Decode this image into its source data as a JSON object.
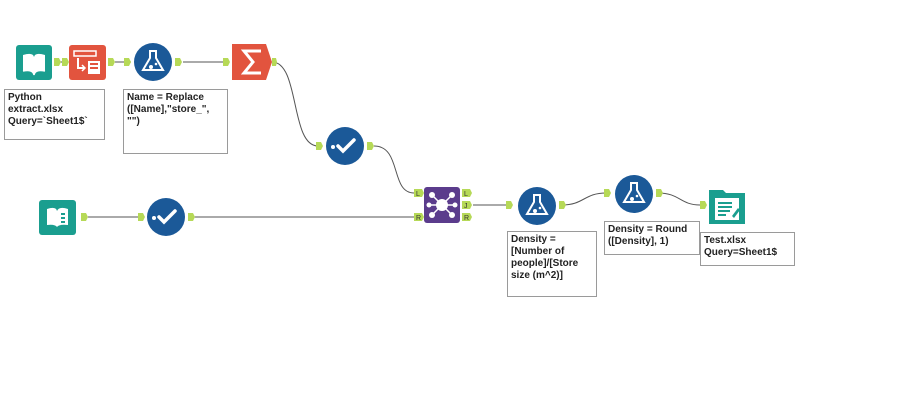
{
  "workflow": {
    "annotations": {
      "input_python": "Python\nextract.xlsx\nQuery=`Sheet1$`",
      "formula_replace": "Name = Replace\n([Name],\"store_\",\n\"\")",
      "formula_density": "Density =\n[Number of\npeople]/[Store\nsize (m^2)]",
      "formula_round": "Density = Round\n([Density], 1)",
      "output_test": "Test.xlsx\nQuery=Sheet1$"
    },
    "join_anchors": {
      "left": "L",
      "right": "R"
    },
    "join_outputs": {
      "left": "L",
      "join": "J",
      "right": "R"
    }
  },
  "colors": {
    "input_teal": "#1a9e8f",
    "select_orange": "#e2543e",
    "formula_blue": "#1b5998",
    "summarize_orange": "#e2543e",
    "join_purple": "#5b3c8c",
    "connector_green": "#b6d957",
    "wire": "#555555"
  },
  "icons": [
    "book-input-icon",
    "select-columns-icon",
    "flask-icon",
    "sigma-icon",
    "checkmark-icon",
    "join-icon",
    "folder-output-icon"
  ]
}
